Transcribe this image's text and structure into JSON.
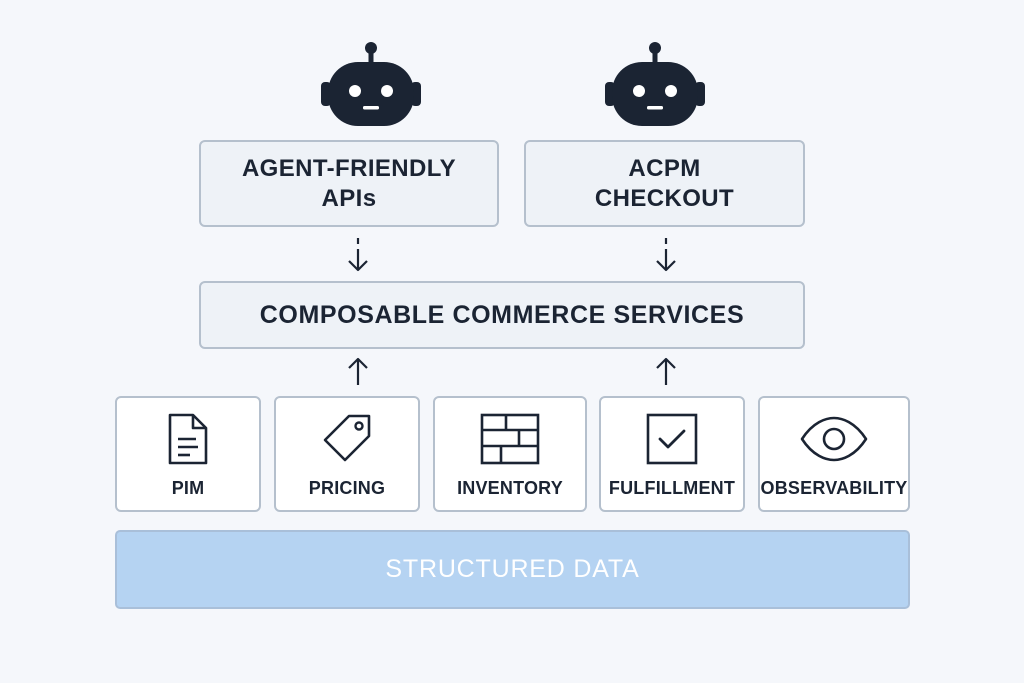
{
  "agents": {
    "left_icon": "robot-icon",
    "right_icon": "robot-icon"
  },
  "top_boxes": [
    {
      "line1": "AGENT-FRIENDLY",
      "line2": "APIs"
    },
    {
      "line1": "ACPM",
      "line2": "CHECKOUT"
    }
  ],
  "services": {
    "label": "COMPOSABLE COMMERCE SERVICES"
  },
  "tiles": [
    {
      "label": "PIM",
      "icon": "document-icon"
    },
    {
      "label": "PRICING",
      "icon": "price-tag-icon"
    },
    {
      "label": "INVENTORY",
      "icon": "inventory-grid-icon"
    },
    {
      "label": "FULFILLMENT",
      "icon": "checkbox-icon"
    },
    {
      "label": "OBSERVABILITY",
      "icon": "eye-icon"
    }
  ],
  "data_layer": {
    "label": "STRUCTURED DATA"
  },
  "colors": {
    "background": "#f5f7fb",
    "box_fill": "#eef2f7",
    "box_border": "#b5c0cd",
    "robot": "#1b2433",
    "data_bar": "#b5d3f2",
    "text": "#1b2433"
  }
}
